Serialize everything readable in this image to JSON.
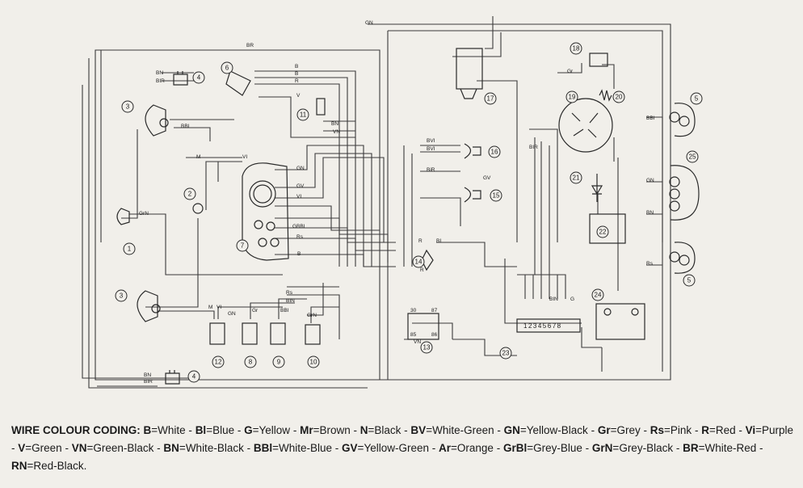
{
  "components": [
    {
      "n": "1"
    },
    {
      "n": "2"
    },
    {
      "n": "3"
    },
    {
      "n": "3"
    },
    {
      "n": "4"
    },
    {
      "n": "4"
    },
    {
      "n": "5"
    },
    {
      "n": "5"
    },
    {
      "n": "6"
    },
    {
      "n": "7"
    },
    {
      "n": "8"
    },
    {
      "n": "9"
    },
    {
      "n": "10"
    },
    {
      "n": "11"
    },
    {
      "n": "12"
    },
    {
      "n": "13"
    },
    {
      "n": "14"
    },
    {
      "n": "15"
    },
    {
      "n": "16"
    },
    {
      "n": "17"
    },
    {
      "n": "18"
    },
    {
      "n": "19"
    },
    {
      "n": "20"
    },
    {
      "n": "21"
    },
    {
      "n": "22"
    },
    {
      "n": "23"
    },
    {
      "n": "24"
    },
    {
      "n": "25"
    }
  ],
  "wire_labels": [
    "GN",
    "BR",
    "BN",
    "BIR",
    "B",
    "B",
    "R",
    "V",
    "BN",
    "VN",
    "BBI",
    "GrN",
    "M",
    "VI",
    "GN",
    "GV",
    "VI",
    "GBBI",
    "Rs",
    "B",
    "BVI",
    "BVI",
    "BiR",
    "GV",
    "R",
    "BI",
    "R",
    "BBI",
    "GN",
    "BN",
    "Rs",
    "M",
    "VI",
    "GN",
    "Gr",
    "Rs",
    "BIN",
    "BBI",
    "GrN",
    "BN",
    "BIR",
    "Gr",
    "BIR",
    "BIN",
    "G"
  ],
  "connector_pins": "12345678",
  "relay_pins": {
    "p30": "30",
    "p87": "87",
    "p85": "85",
    "p86": "86",
    "vn": "VN"
  },
  "legend": {
    "title": "WIRE COLOUR CODING",
    "codes": [
      {
        "code": "B",
        "name": "White"
      },
      {
        "code": "Bl",
        "name": "Blue"
      },
      {
        "code": "G",
        "name": "Yellow"
      },
      {
        "code": "Mr",
        "name": "Brown"
      },
      {
        "code": "N",
        "name": "Black"
      },
      {
        "code": "BV",
        "name": "White-Green"
      },
      {
        "code": "GN",
        "name": "Yellow-Black"
      },
      {
        "code": "Gr",
        "name": "Grey"
      },
      {
        "code": "Rs",
        "name": "Pink"
      },
      {
        "code": "R",
        "name": "Red"
      },
      {
        "code": "Vi",
        "name": "Purple"
      },
      {
        "code": "V",
        "name": "Green"
      },
      {
        "code": "VN",
        "name": "Green-Black"
      },
      {
        "code": "BN",
        "name": "White-Black"
      },
      {
        "code": "BBl",
        "name": "White-Blue"
      },
      {
        "code": "GV",
        "name": "Yellow-Green"
      },
      {
        "code": "Ar",
        "name": "Orange"
      },
      {
        "code": "GrBl",
        "name": "Grey-Blue"
      },
      {
        "code": "GrN",
        "name": "Grey-Black"
      },
      {
        "code": "BR",
        "name": "White-Red"
      },
      {
        "code": "RN",
        "name": "Red-Black"
      }
    ]
  }
}
